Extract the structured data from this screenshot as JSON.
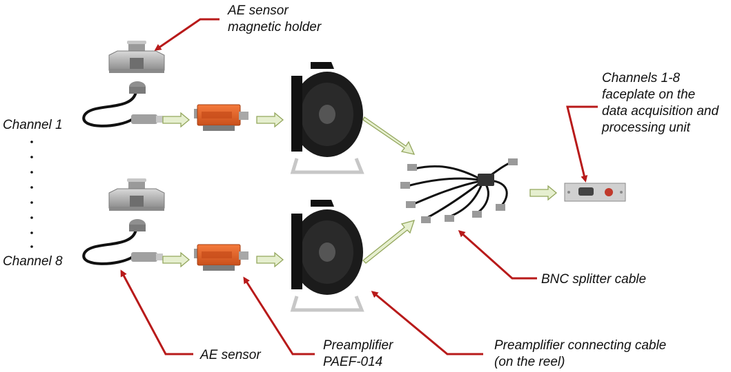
{
  "labels": {
    "holder": [
      "AE sensor",
      "magnetic holder"
    ],
    "channel_1": "Channel 1",
    "channel_8": "Channel 8",
    "faceplate": [
      "Channels 1-8",
      "faceplate on the",
      "data acquisition and",
      "processing unit"
    ],
    "splitter": "BNC splitter cable",
    "sensor": "AE sensor",
    "preamp": [
      "Preamplifier",
      "PAEF-014"
    ],
    "reel_cable": [
      "Preamplifier connecting cable",
      "(on the reel)"
    ]
  },
  "colors": {
    "callout_arrow": "#b81a1a",
    "flow_arrow_fill": "#e6efcf",
    "flow_arrow_stroke": "#93a65c",
    "preamp_body": "#e8632a",
    "reel": "#1b1b1b",
    "metal": "#b9b9b9"
  }
}
